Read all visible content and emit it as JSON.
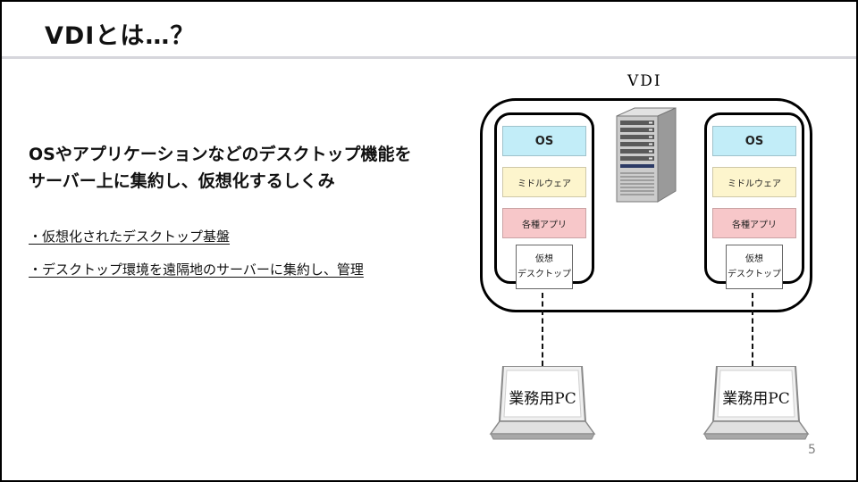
{
  "slide": {
    "title": "VDIとは…？",
    "page_number": "5"
  },
  "content": {
    "lead_line1": "OSやアプリケーションなどのデスクトップ機能を",
    "lead_line2": "サーバー上に集約し、仮想化するしくみ",
    "bullet1": "・仮想化されたデスクトップ基盤",
    "bullet2": "・デスクトップ環境を遠隔地のサーバーに集約し、管理"
  },
  "diagram": {
    "title": "VDI",
    "colors": {
      "os": "#c2edf8",
      "middleware": "#fdf5cd",
      "apps": "#f7c7c9"
    },
    "left_stack": {
      "os": "OS",
      "middleware": "ミドルウェア",
      "apps": "各種アプリ",
      "vm_line1": "仮想",
      "vm_line2": "デスクトップ"
    },
    "right_stack": {
      "os": "OS",
      "middleware": "ミドルウェア",
      "apps": "各種アプリ",
      "vm_line1": "仮想",
      "vm_line2": "デスクトップ"
    },
    "icons": {
      "server": "server-tower-icon",
      "client": "laptop-icon"
    },
    "clients": {
      "left_label": "業務用PC",
      "right_label": "業務用PC"
    }
  }
}
